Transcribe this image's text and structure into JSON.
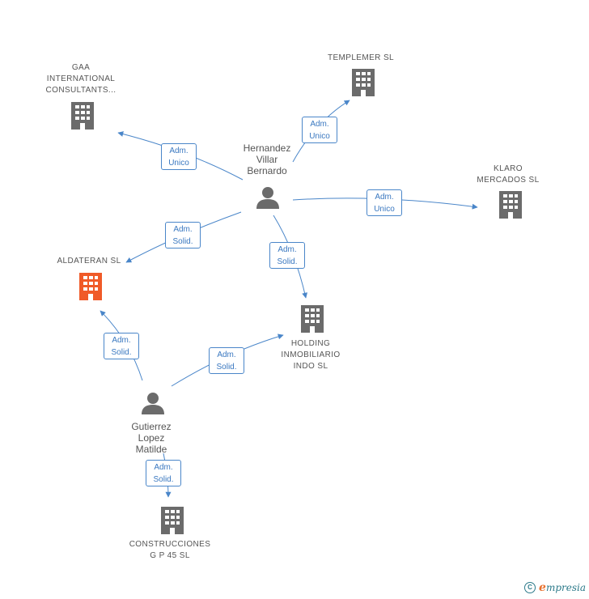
{
  "colors": {
    "edge": "#4a86c9",
    "building": "#6b6b6b",
    "building_highlight": "#f05a28",
    "person": "#6b6b6b"
  },
  "nodes": {
    "gaa": {
      "label": "GAA\nINTERNATIONAL\nCONSULTANTS...",
      "icon": "building-icon"
    },
    "templemer": {
      "label": "TEMPLEMER SL",
      "icon": "building-icon"
    },
    "klaro": {
      "label": "KLARO\nMERCADOS SL",
      "icon": "building-icon"
    },
    "aldateran": {
      "label": "ALDATERAN SL",
      "icon": "building-icon-highlighted"
    },
    "holding": {
      "label": "HOLDING\nINMOBILIARIO\nINDO SL",
      "icon": "building-icon"
    },
    "construcciones": {
      "label": "CONSTRUCCIONES\nG P 45 SL",
      "icon": "building-icon"
    },
    "hernandez": {
      "label": "Hernandez\nVillar\nBernardo",
      "icon": "person-icon"
    },
    "gutierrez": {
      "label": "Gutierrez\nLopez\nMatilde",
      "icon": "person-icon"
    }
  },
  "relations": [
    {
      "from": "hernandez",
      "to": "gaa",
      "label": "Adm.\nUnico"
    },
    {
      "from": "hernandez",
      "to": "templemer",
      "label": "Adm.\nUnico"
    },
    {
      "from": "hernandez",
      "to": "klaro",
      "label": "Adm.\nUnico"
    },
    {
      "from": "hernandez",
      "to": "aldateran",
      "label": "Adm.\nSolid."
    },
    {
      "from": "hernandez",
      "to": "holding",
      "label": "Adm.\nSolid."
    },
    {
      "from": "gutierrez",
      "to": "aldateran",
      "label": "Adm.\nSolid."
    },
    {
      "from": "gutierrez",
      "to": "holding",
      "label": "Adm.\nSolid."
    },
    {
      "from": "gutierrez",
      "to": "construcciones",
      "label": "Adm.\nSolid."
    }
  ],
  "footer": {
    "copyright_symbol": "C",
    "brand_first": "e",
    "brand_rest": "mpresia"
  }
}
